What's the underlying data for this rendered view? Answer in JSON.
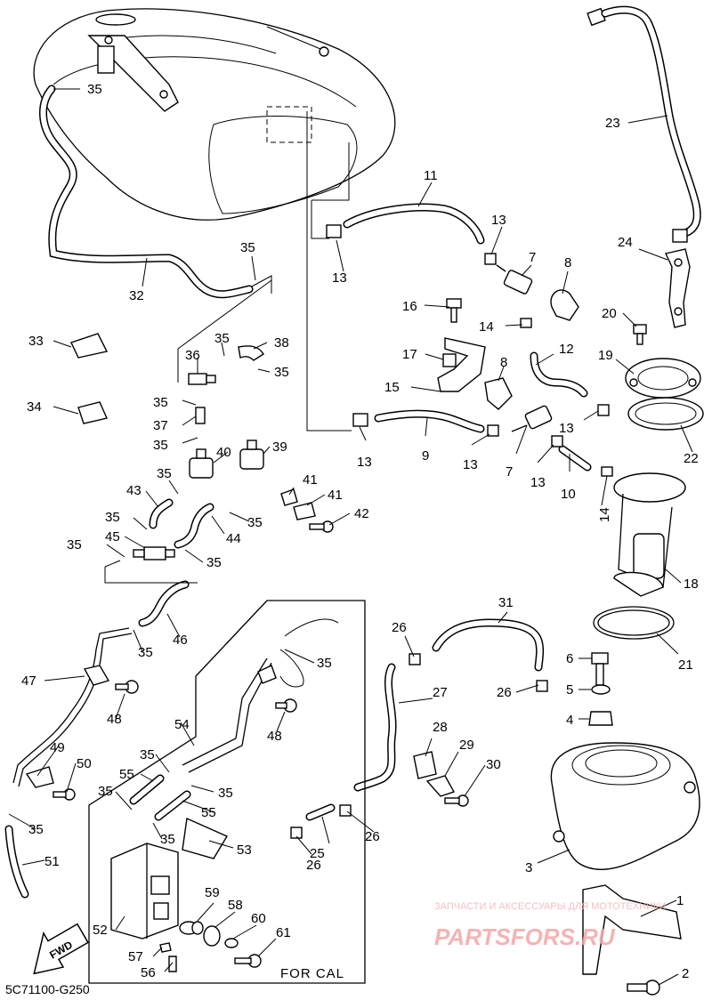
{
  "diagram_code": "5C71100-G250",
  "for_cal_label": "FOR CAL",
  "fwd_label": "FWD",
  "watermark": {
    "line1": "ЗАПЧАСТИ И АКСЕССУАРЫ ДЛЯ МОТОТЕХНИКИ",
    "line2": "PARTSFORS.RU"
  },
  "callouts": [
    {
      "id": "c1",
      "text": "1"
    },
    {
      "id": "c2",
      "text": "2"
    },
    {
      "id": "c3",
      "text": "3"
    },
    {
      "id": "c4",
      "text": "4"
    },
    {
      "id": "c5",
      "text": "5"
    },
    {
      "id": "c6",
      "text": "6"
    },
    {
      "id": "c7a",
      "text": "7"
    },
    {
      "id": "c7b",
      "text": "7"
    },
    {
      "id": "c8a",
      "text": "8"
    },
    {
      "id": "c8b",
      "text": "8"
    },
    {
      "id": "c9",
      "text": "9"
    },
    {
      "id": "c10",
      "text": "10"
    },
    {
      "id": "c11",
      "text": "11"
    },
    {
      "id": "c12",
      "text": "12"
    },
    {
      "id": "c13a",
      "text": "13"
    },
    {
      "id": "c13b",
      "text": "13"
    },
    {
      "id": "c13c",
      "text": "13"
    },
    {
      "id": "c13d",
      "text": "13"
    },
    {
      "id": "c13e",
      "text": "13"
    },
    {
      "id": "c13f",
      "text": "13"
    },
    {
      "id": "c14a",
      "text": "14"
    },
    {
      "id": "c14b",
      "text": "14"
    },
    {
      "id": "c15",
      "text": "15"
    },
    {
      "id": "c16",
      "text": "16"
    },
    {
      "id": "c17",
      "text": "17"
    },
    {
      "id": "c18",
      "text": "18"
    },
    {
      "id": "c19",
      "text": "19"
    },
    {
      "id": "c20",
      "text": "20"
    },
    {
      "id": "c21",
      "text": "21"
    },
    {
      "id": "c22",
      "text": "22"
    },
    {
      "id": "c23",
      "text": "23"
    },
    {
      "id": "c24",
      "text": "24"
    },
    {
      "id": "c25",
      "text": "25"
    },
    {
      "id": "c26a",
      "text": "26"
    },
    {
      "id": "c26b",
      "text": "26"
    },
    {
      "id": "c26c",
      "text": "26"
    },
    {
      "id": "c26d",
      "text": "26"
    },
    {
      "id": "c27",
      "text": "27"
    },
    {
      "id": "c28",
      "text": "28"
    },
    {
      "id": "c29",
      "text": "29"
    },
    {
      "id": "c30",
      "text": "30"
    },
    {
      "id": "c31",
      "text": "31"
    },
    {
      "id": "c32",
      "text": "32"
    },
    {
      "id": "c33",
      "text": "33"
    },
    {
      "id": "c34",
      "text": "34"
    },
    {
      "id": "c35a",
      "text": "35"
    },
    {
      "id": "c35b",
      "text": "35"
    },
    {
      "id": "c35c",
      "text": "35"
    },
    {
      "id": "c35d",
      "text": "35"
    },
    {
      "id": "c35e",
      "text": "35"
    },
    {
      "id": "c35f",
      "text": "35"
    },
    {
      "id": "c35g",
      "text": "35"
    },
    {
      "id": "c35h",
      "text": "35"
    },
    {
      "id": "c35i",
      "text": "35"
    },
    {
      "id": "c35j",
      "text": "35"
    },
    {
      "id": "c35k",
      "text": "35"
    },
    {
      "id": "c35l",
      "text": "35"
    },
    {
      "id": "c35m",
      "text": "35"
    },
    {
      "id": "c35n",
      "text": "35"
    },
    {
      "id": "c35o",
      "text": "35"
    },
    {
      "id": "c35p",
      "text": "35"
    },
    {
      "id": "c35q",
      "text": "35"
    },
    {
      "id": "c35r",
      "text": "35"
    },
    {
      "id": "c36",
      "text": "36"
    },
    {
      "id": "c37",
      "text": "37"
    },
    {
      "id": "c38",
      "text": "38"
    },
    {
      "id": "c39",
      "text": "39"
    },
    {
      "id": "c40",
      "text": "40"
    },
    {
      "id": "c41a",
      "text": "41"
    },
    {
      "id": "c41b",
      "text": "41"
    },
    {
      "id": "c42",
      "text": "42"
    },
    {
      "id": "c43",
      "text": "43"
    },
    {
      "id": "c44",
      "text": "44"
    },
    {
      "id": "c45",
      "text": "45"
    },
    {
      "id": "c46",
      "text": "46"
    },
    {
      "id": "c47",
      "text": "47"
    },
    {
      "id": "c48a",
      "text": "48"
    },
    {
      "id": "c48b",
      "text": "48"
    },
    {
      "id": "c49",
      "text": "49"
    },
    {
      "id": "c50",
      "text": "50"
    },
    {
      "id": "c51",
      "text": "51"
    },
    {
      "id": "c52",
      "text": "52"
    },
    {
      "id": "c53",
      "text": "53"
    },
    {
      "id": "c54",
      "text": "54"
    },
    {
      "id": "c55a",
      "text": "55"
    },
    {
      "id": "c55b",
      "text": "55"
    },
    {
      "id": "c56",
      "text": "56"
    },
    {
      "id": "c57",
      "text": "57"
    },
    {
      "id": "c58",
      "text": "58"
    },
    {
      "id": "c59",
      "text": "59"
    },
    {
      "id": "c60",
      "text": "60"
    },
    {
      "id": "c61",
      "text": "61"
    }
  ]
}
